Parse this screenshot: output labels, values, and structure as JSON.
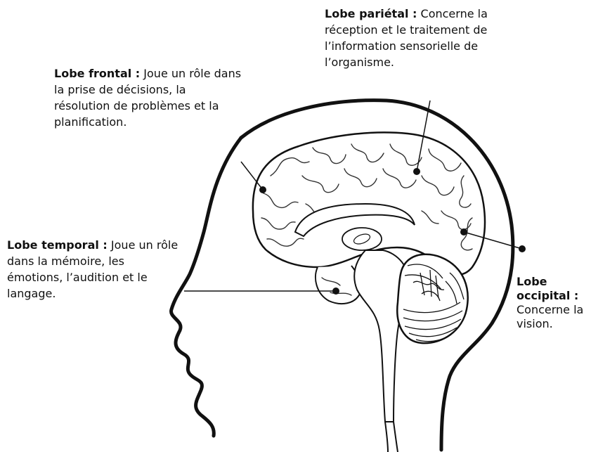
{
  "labels": {
    "frontal": {
      "title": "Lobe frontal :",
      "text": " Joue un rôle dans la prise de décisions, la résolution de problèmes et la planification."
    },
    "parietal": {
      "title": "Lobe pariétal :",
      "text": " Concerne la réception et le traitement de l’information sensorielle de l’organisme."
    },
    "temporal": {
      "title": "Lobe temporal :",
      "text": " Joue un rôle dans la mémoire, les émotions, l’audition et le langage."
    },
    "occipital": {
      "title_line1": "Lobe",
      "title_line2": "occipital :",
      "text": "Concerne la vision."
    }
  },
  "colors": {
    "ink": "#111111",
    "background": "#ffffff"
  }
}
